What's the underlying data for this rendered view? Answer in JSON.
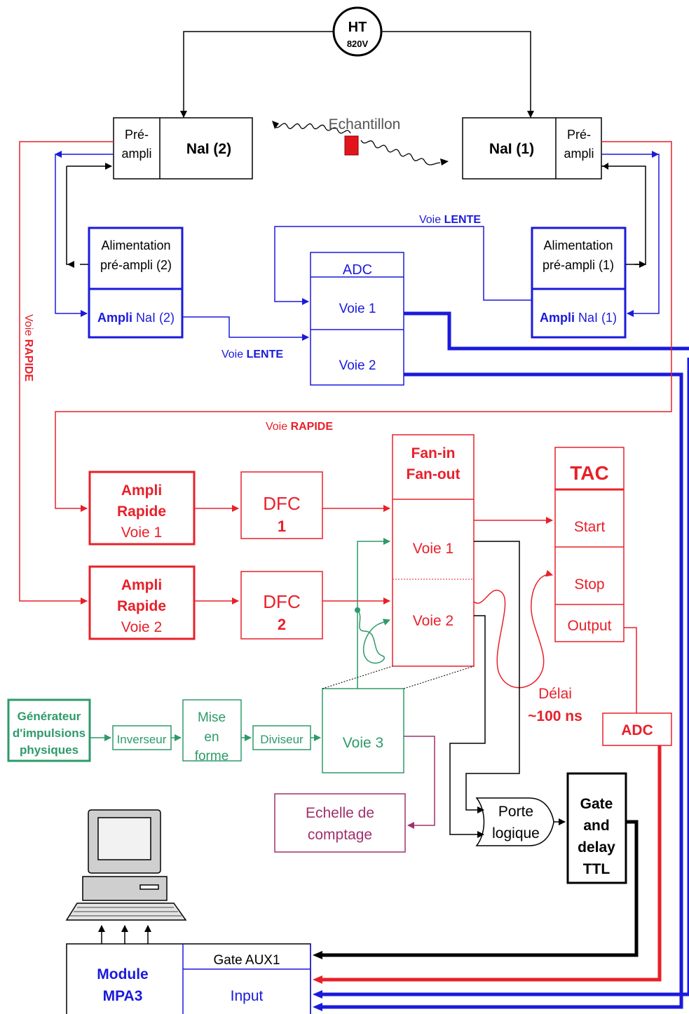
{
  "colors": {
    "black": "#000000",
    "red": "#e8202a",
    "blue": "#1a1adc",
    "green": "#2e9a6a",
    "purple": "#a0306e"
  },
  "hv": {
    "title": "HT",
    "voltage": "820V"
  },
  "sample_label": "Echantillon",
  "detector2": {
    "preamp_line1": "Pré-",
    "preamp_line2": "ampli",
    "label": "NaI  (2)"
  },
  "detector1": {
    "preamp_line1": "Pré-",
    "preamp_line2": "ampli",
    "label": "NaI  (1)"
  },
  "supply2": {
    "line1": "Alimentation",
    "line2": "pré-ampli (2)"
  },
  "supply1": {
    "line1": "Alimentation",
    "line2": "pré-ampli (1)"
  },
  "amp2": {
    "bold": "Ampli",
    "rest": " NaI (2)"
  },
  "amp1": {
    "bold": "Ampli",
    "rest": " NaI (1)"
  },
  "adc_top": {
    "title": "ADC",
    "ch1": "Voie 1",
    "ch2": "Voie 2"
  },
  "slow_path": {
    "prefix": "Voie ",
    "bold": "LENTE"
  },
  "fast_path": {
    "prefix": "Voie ",
    "bold": "RAPIDE"
  },
  "fast_amp1": {
    "line1": "Ampli",
    "line2": "Rapide",
    "line3": "Voie 1"
  },
  "fast_amp2": {
    "line1": "Ampli",
    "line2": "Rapide",
    "line3": "Voie 2"
  },
  "dfc1": {
    "line1": "DFC",
    "line2": "1"
  },
  "dfc2": {
    "line1": "DFC",
    "line2": "2"
  },
  "fan": {
    "line1": "Fan-in",
    "line2": "Fan-out",
    "ch1": "Voie 1",
    "ch2": "Voie 2",
    "ch3": "Voie 3"
  },
  "tac": {
    "title": "TAC",
    "start": "Start",
    "stop": "Stop",
    "output": "Output"
  },
  "delay": {
    "line1": "Délai",
    "line2": "~100 ns"
  },
  "pulser": {
    "line1": "Générateur",
    "line2": "d'impulsions",
    "line3": "physiques"
  },
  "inverter": "Inverseur",
  "shaper": {
    "line1": "Mise",
    "line2": "en",
    "line3": "forme"
  },
  "divider": "Diviseur",
  "scaler": {
    "line1": "Echelle de",
    "line2": "comptage"
  },
  "adc_bottom": "ADC",
  "logic_gate": {
    "line1": "Porte",
    "line2": "logique"
  },
  "gate_delay": {
    "line1": "Gate",
    "line2": "and",
    "line3": "delay",
    "line4": "TTL"
  },
  "mpa3": {
    "line1": "Module",
    "line2": "MPA3",
    "gate": "Gate AUX1",
    "input": "Input"
  }
}
